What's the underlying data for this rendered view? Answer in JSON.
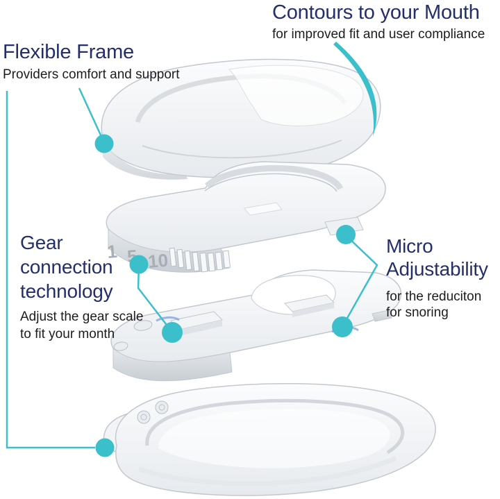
{
  "colors": {
    "accent_teal": "#3bbfca",
    "heading_navy": "#232e6b",
    "body_text": "#1c1c1e"
  },
  "callouts": {
    "contours": {
      "title": "Contours to your Mouth",
      "subtitle": "for improved fit and user compliance"
    },
    "flexible_frame": {
      "title": "Flexible Frame",
      "subtitle": "Providers comfort and support"
    },
    "gear_connection": {
      "title_lines": [
        "Gear",
        "connection",
        "technology"
      ],
      "subtitle_lines": [
        "Adjust the gear scale",
        "to fit your month"
      ]
    },
    "micro_adjustability": {
      "title_lines": [
        "Micro",
        "Adjustability"
      ],
      "subtitle_lines": [
        "for the reduciton",
        "for snoring"
      ]
    }
  },
  "product": {
    "gear_scale_labels": [
      "1",
      "5",
      "10"
    ]
  }
}
